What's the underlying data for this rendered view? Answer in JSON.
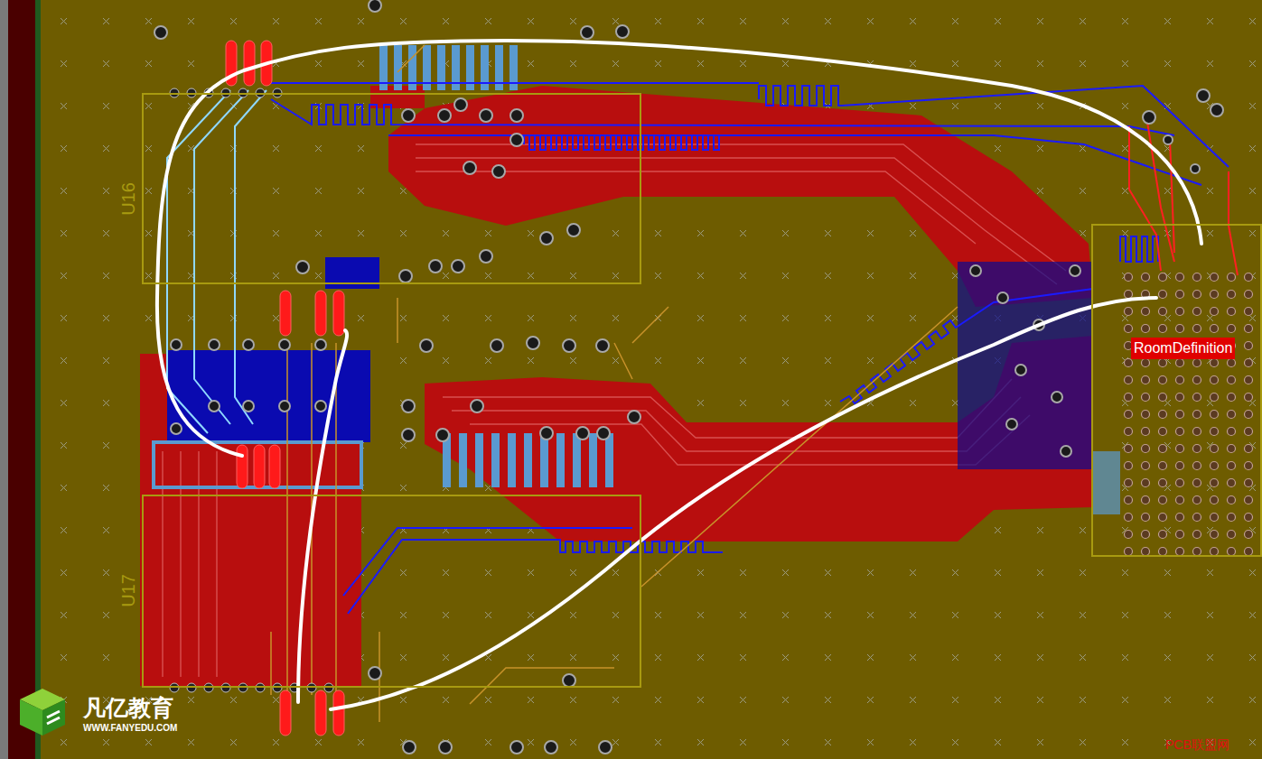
{
  "diagram": {
    "nodes": [
      {
        "text": [
          "U16"
        ]
      },
      {
        "text": [
          "U17"
        ]
      },
      {
        "text": [
          "RoomDefinition"
        ]
      }
    ],
    "labels": [
      "凡亿教育",
      "WWW.FANYEDU.COM",
      "PCB联盟网"
    ]
  }
}
